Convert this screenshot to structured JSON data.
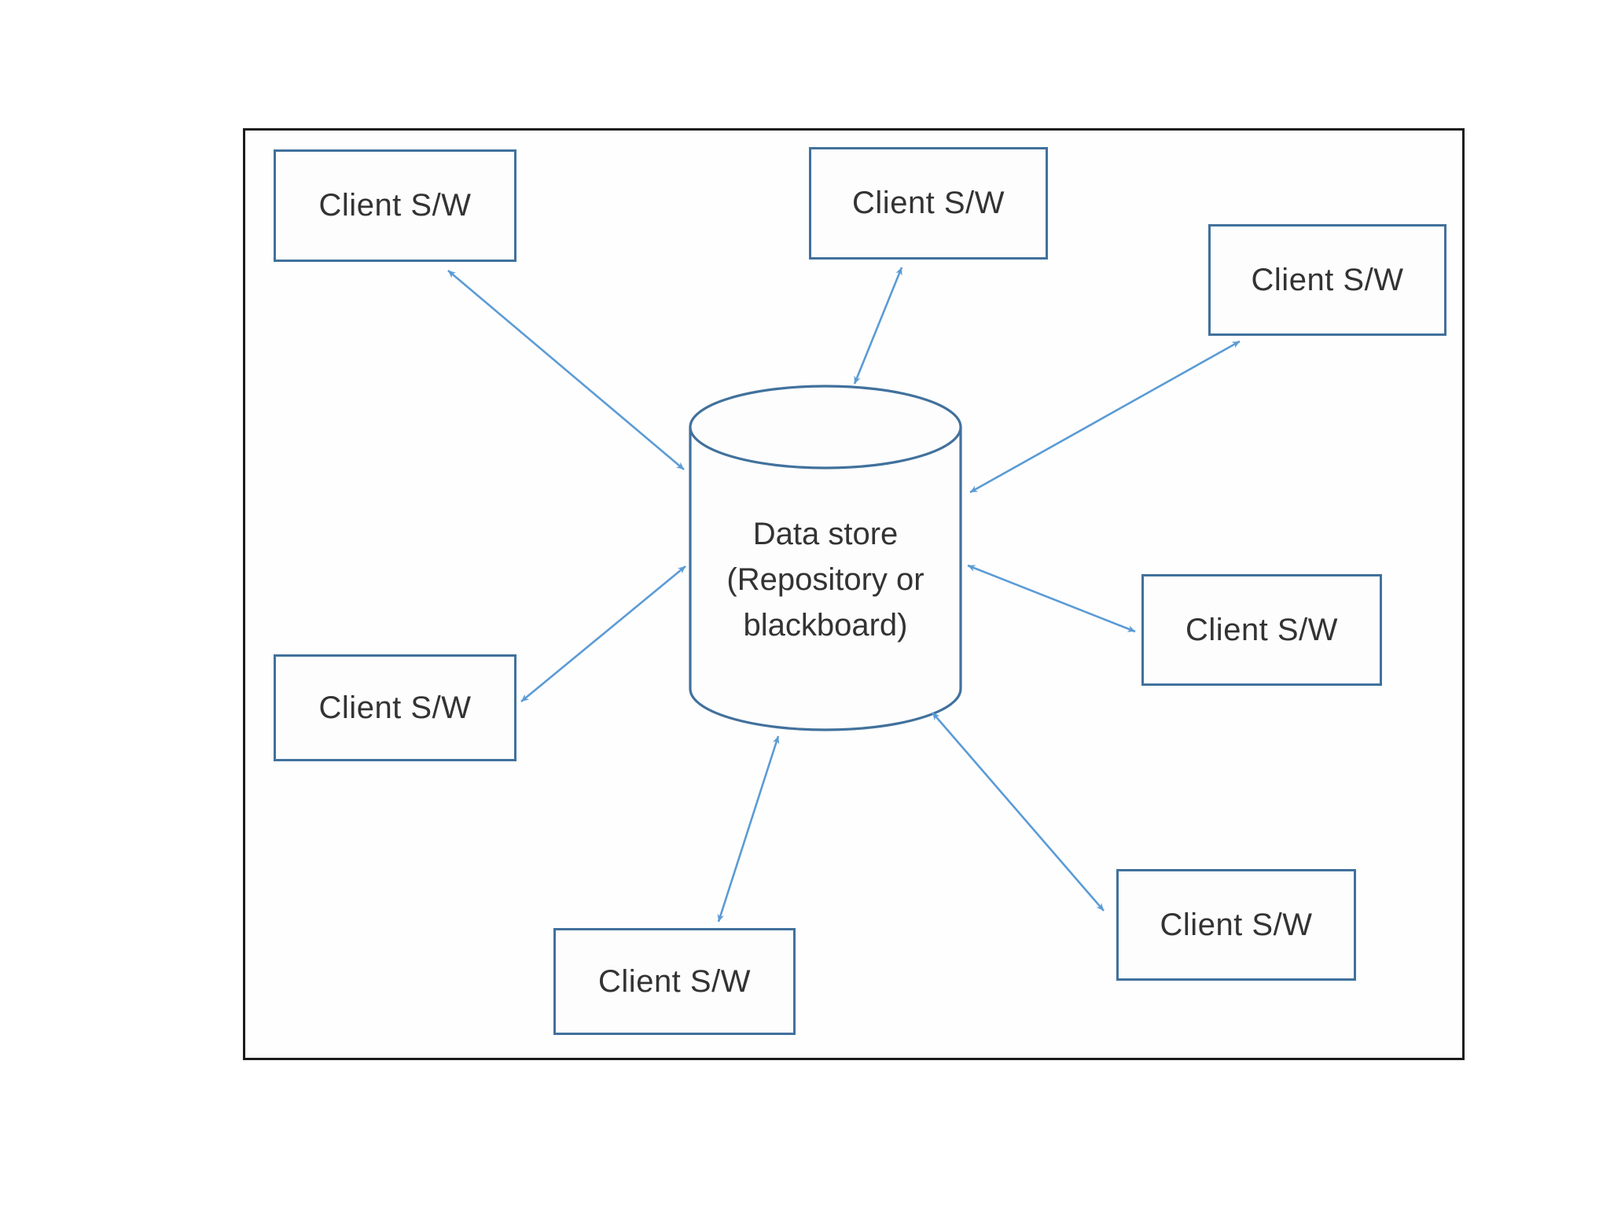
{
  "diagram": {
    "type": "repository-architecture",
    "boxes": [
      {
        "id": "top-left",
        "label": "Client S/W"
      },
      {
        "id": "top-center",
        "label": "Client S/W"
      },
      {
        "id": "right-upper",
        "label": "Client S/W"
      },
      {
        "id": "right-middle",
        "label": "Client S/W"
      },
      {
        "id": "left-middle",
        "label": "Client S/W"
      },
      {
        "id": "bottom-center",
        "label": "Client S/W"
      },
      {
        "id": "bottom-right",
        "label": "Client S/W"
      }
    ],
    "datastore": {
      "line1": "Data store",
      "line2": "(Repository or",
      "line3": "blackboard)"
    },
    "connectors": {
      "count": 7,
      "style": "double-headed-arrow"
    },
    "colors": {
      "arrow": "#5B9BD5",
      "box_border": "#41719C",
      "cylinder_border": "#41719C",
      "outer_border": "#1c1c1c",
      "text": "#333333",
      "background": "#ffffff"
    }
  }
}
